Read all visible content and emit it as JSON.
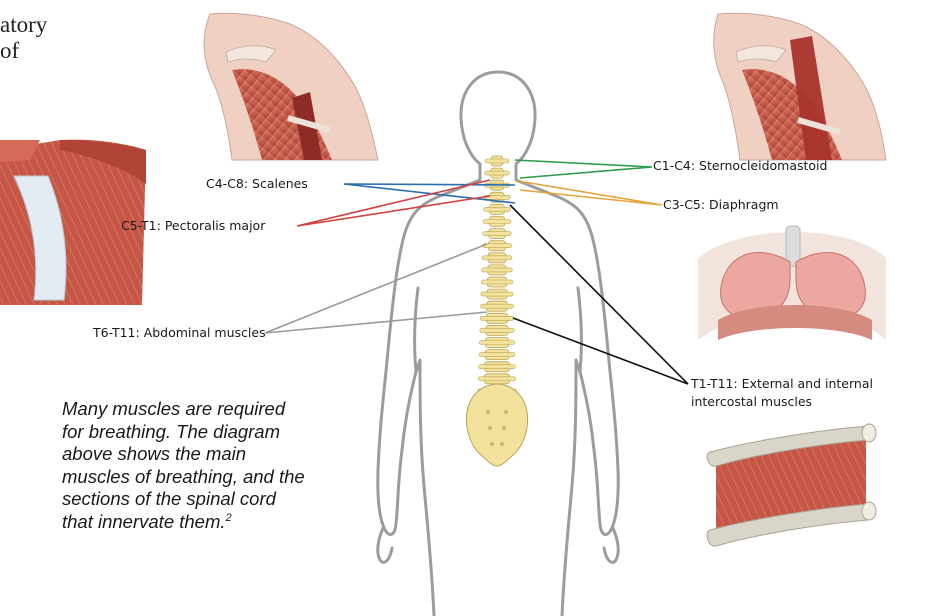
{
  "heading": {
    "line1": "atory",
    "line2": "of"
  },
  "labels": {
    "scalenes": "C4-C8: Scalenes",
    "pectoralis": "C5-T1: Pectoralis major",
    "abdominal": "T6-T11: Abdominal muscles",
    "scm": "C1-C4: Sternocleidomastoid",
    "diaphragm": "C3-C5: Diaphragm",
    "intercostal_line1": "T1-T11: External and internal",
    "intercostal_line2": "intercostal muscles"
  },
  "caption": {
    "lines": [
      "Many muscles are required",
      "for breathing. The diagram",
      "above shows the main",
      "muscles of breathing, and the",
      "sections of the spinal cord",
      "that innervate them."
    ],
    "footnote": "2"
  },
  "colors": {
    "scm_line": "#2e9a4b",
    "scalenes_line": "#2a6fb0",
    "pectoralis_line": "#d0413f",
    "diaphragm_line": "#e8a33a",
    "abdominal_line": "#9a9a9a",
    "intercostal_line": "#111111",
    "silhouette": "#9a9a9a",
    "spine": "#f2e29c",
    "muscle": "#c8574a"
  }
}
